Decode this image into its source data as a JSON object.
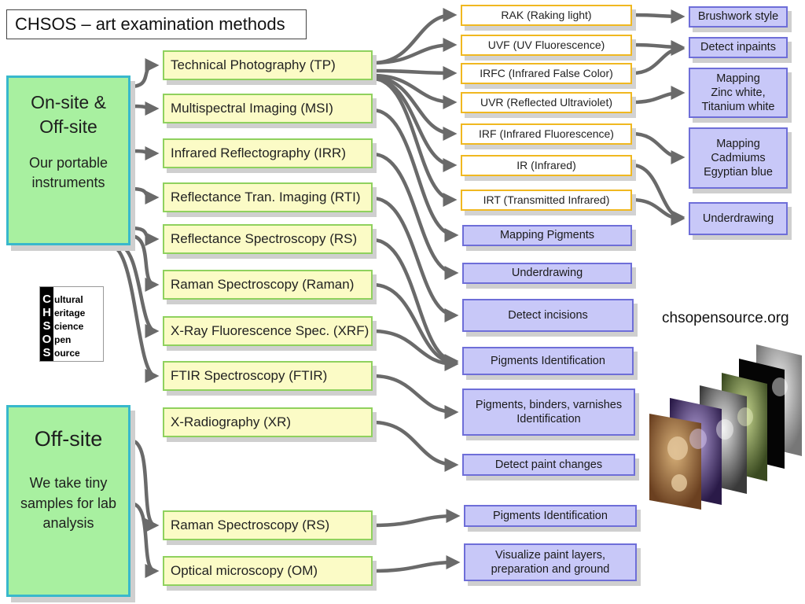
{
  "title": "CHSOS – art examination methods",
  "website": "chsopensource.org",
  "sources": [
    {
      "id": "onsite",
      "heading": [
        "On-site &",
        "Off-site"
      ],
      "subtext": [
        "Our portable",
        "instruments"
      ]
    },
    {
      "id": "offsite",
      "heading": [
        "Off-site"
      ],
      "subtext": [
        "We take tiny",
        "samples for lab",
        "analysis"
      ]
    }
  ],
  "methods": [
    {
      "id": "tp",
      "label": "Technical Photography (TP)"
    },
    {
      "id": "msi",
      "label": "Multispectral Imaging (MSI)"
    },
    {
      "id": "irr",
      "label": "Infrared Reflectography (IRR)"
    },
    {
      "id": "rti",
      "label": "Reflectance Tran. Imaging (RTI)"
    },
    {
      "id": "rs",
      "label": "Reflectance Spectroscopy  (RS)"
    },
    {
      "id": "raman",
      "label": "Raman Spectroscopy  (Raman)"
    },
    {
      "id": "xrf",
      "label": "X-Ray Fluorescence Spec. (XRF)"
    },
    {
      "id": "ftir",
      "label": "FTIR Spectroscopy (FTIR)"
    },
    {
      "id": "xr",
      "label": "X-Radiography (XR)"
    },
    {
      "id": "raman_lab",
      "label": "Raman Spectroscopy (RS)"
    },
    {
      "id": "om",
      "label": "Optical microscopy (OM)"
    }
  ],
  "techniques": [
    {
      "id": "rak",
      "label": "RAK (Raking light)"
    },
    {
      "id": "uvf",
      "label": "UVF (UV Fluorescence)"
    },
    {
      "id": "irfc",
      "label": "IRFC (Infrared False Color)"
    },
    {
      "id": "uvr",
      "label": "UVR (Reflected Ultraviolet)"
    },
    {
      "id": "irf",
      "label": "IRF (Infrared Fluorescence)"
    },
    {
      "id": "ir",
      "label": "IR (Infrared)"
    },
    {
      "id": "irt",
      "label": "IRT (Transmitted Infrared)"
    }
  ],
  "results_mid": [
    {
      "id": "map_pig",
      "lines": [
        "Mapping Pigments"
      ]
    },
    {
      "id": "underdraw_mid",
      "lines": [
        "Underdrawing"
      ]
    },
    {
      "id": "incisions",
      "lines": [
        "Detect incisions"
      ]
    },
    {
      "id": "pig_id",
      "lines": [
        "Pigments Identification"
      ]
    },
    {
      "id": "pbv",
      "lines": [
        "Pigments, binders, varnishes",
        "Identification"
      ]
    },
    {
      "id": "paint_changes",
      "lines": [
        "Detect paint changes"
      ]
    },
    {
      "id": "pig_id_lab",
      "lines": [
        "Pigments Identification"
      ]
    },
    {
      "id": "layers",
      "lines": [
        "Visualize paint layers,",
        "preparation and ground"
      ]
    }
  ],
  "results_right": [
    {
      "id": "brush",
      "lines": [
        "Brushwork style"
      ]
    },
    {
      "id": "inpaints",
      "lines": [
        "Detect inpaints"
      ]
    },
    {
      "id": "zinc",
      "lines": [
        "Mapping",
        "Zinc white,",
        "Titanium white"
      ]
    },
    {
      "id": "cadmium",
      "lines": [
        "Mapping",
        "Cadmiums",
        "Egyptian blue"
      ]
    },
    {
      "id": "underdraw_right",
      "lines": [
        "Underdrawing"
      ]
    }
  ],
  "logo": {
    "letters": [
      "C",
      "H",
      "S",
      "O",
      "S"
    ],
    "words": [
      "ultural",
      "eritage",
      "cience",
      "pen",
      "ource"
    ]
  },
  "colors": {
    "method_fill": "#fbfbc6",
    "method_border": "#8fd15e",
    "source_fill": "#a8f0a0",
    "source_border": "#38b8cc",
    "technique_border": "#f0b820",
    "result_fill": "#c8c8f8",
    "result_border": "#6e6ed8",
    "arrow": "#6a6a6a"
  }
}
